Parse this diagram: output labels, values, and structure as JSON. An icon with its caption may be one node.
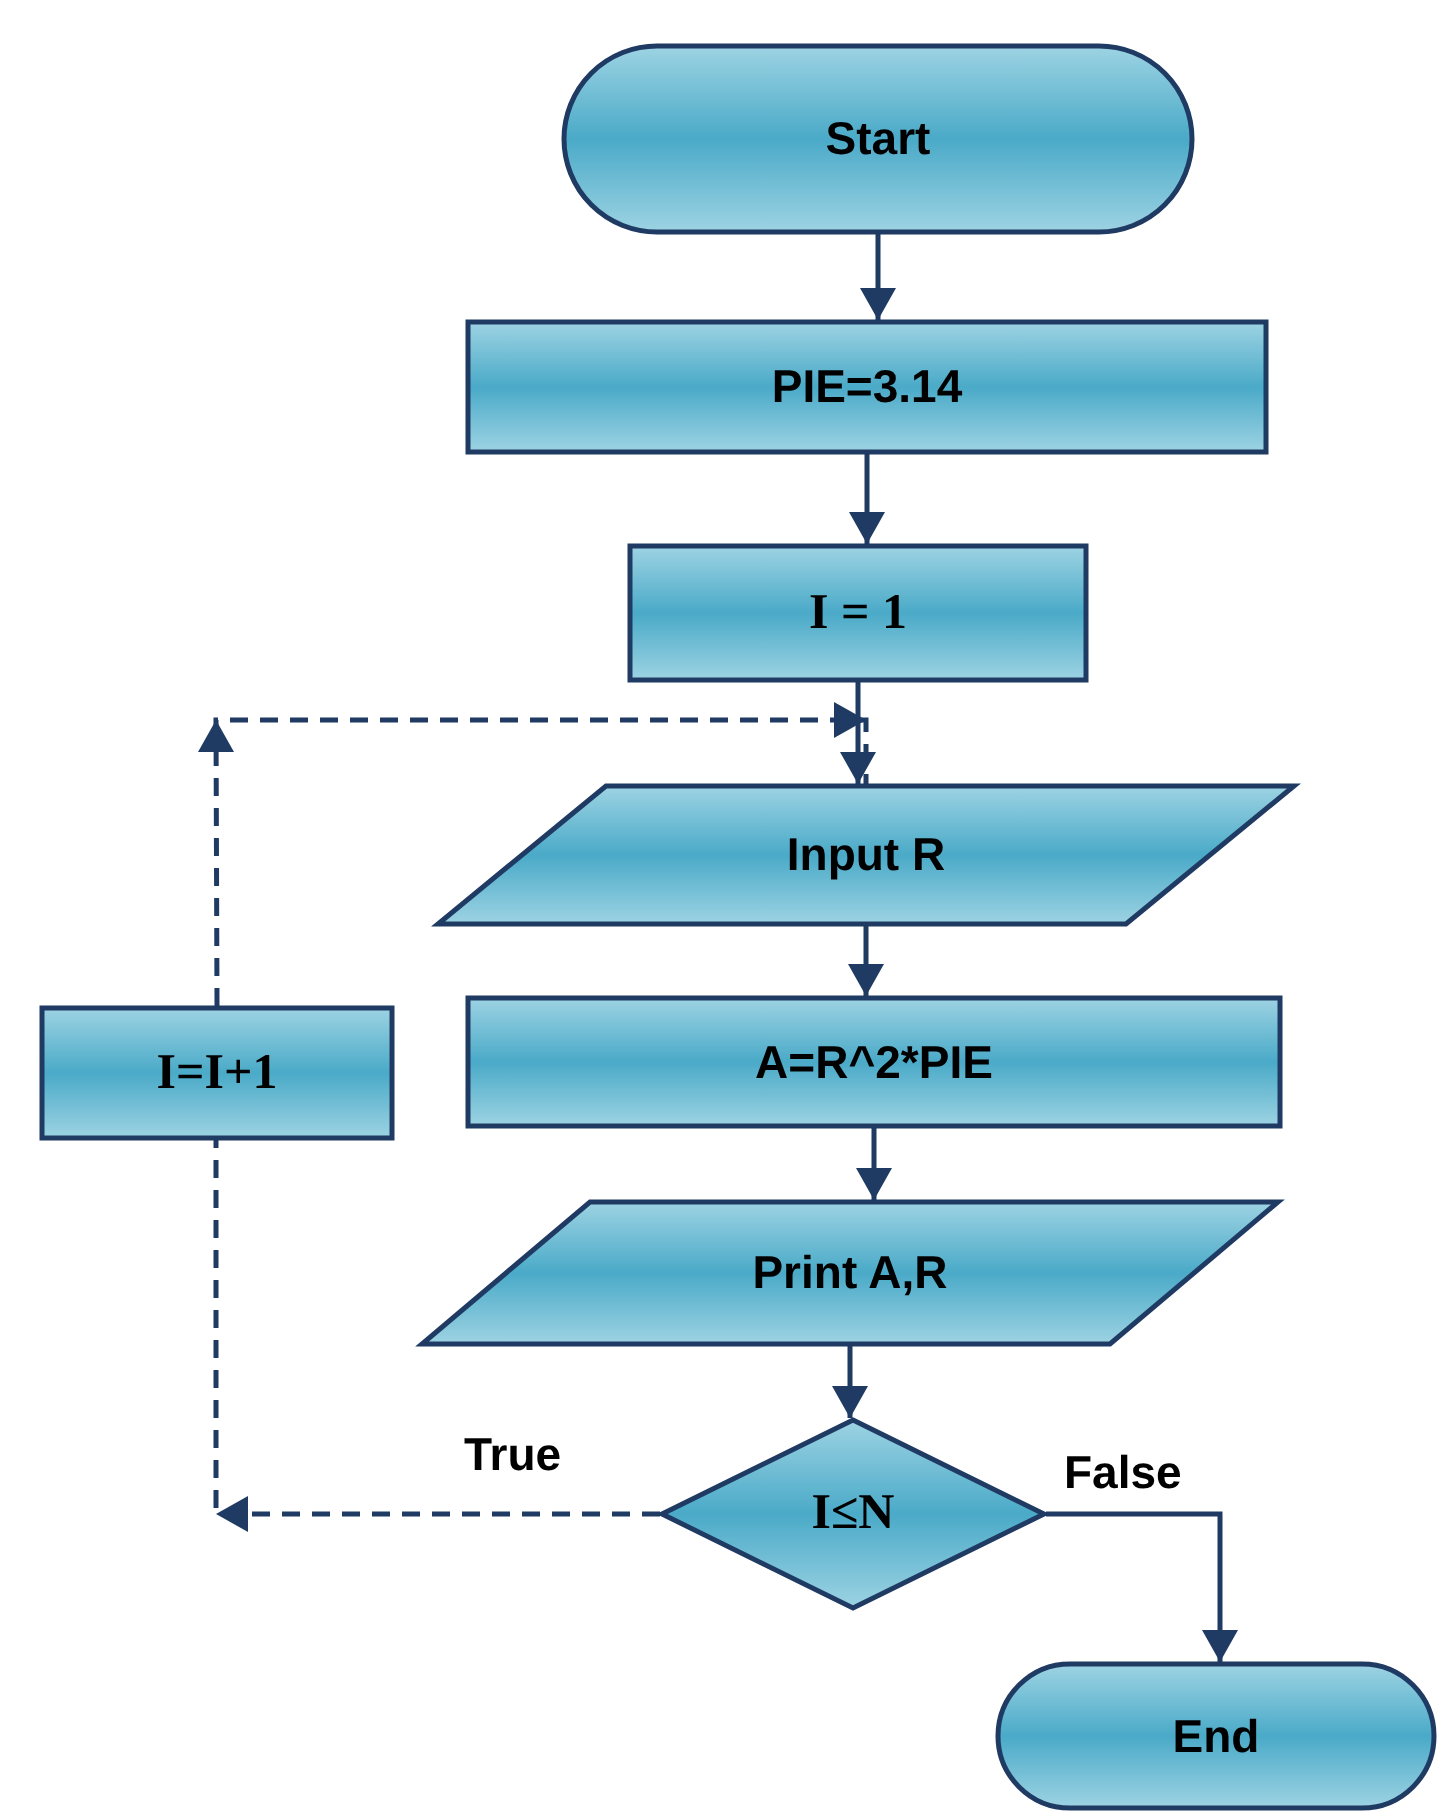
{
  "diagram": {
    "nodes": [
      {
        "text": [
          "Start"
        ]
      },
      {
        "text": [
          "PIE=3.14"
        ]
      },
      {
        "text": [
          "I = 1"
        ]
      },
      {
        "text": [
          "Input R"
        ]
      },
      {
        "text": [
          "A=R^2*PIE"
        ]
      },
      {
        "text": [
          "Print A,R"
        ]
      },
      {
        "text": [
          "I≤N"
        ]
      },
      {
        "text": [
          "I=I+1"
        ]
      },
      {
        "text": [
          "End"
        ]
      }
    ],
    "edges": [
      {
        "from": 0,
        "to": 1,
        "arrow": "to"
      },
      {
        "from": 1,
        "to": 2,
        "arrow": "to"
      },
      {
        "from": 2,
        "to": 3,
        "arrow": "to"
      },
      {
        "from": 3,
        "to": 4,
        "arrow": "to"
      },
      {
        "from": 4,
        "to": 5,
        "arrow": "to"
      },
      {
        "from": 5,
        "to": 6,
        "arrow": "to"
      },
      {
        "from": 6,
        "to": 7,
        "arrow": "to",
        "label": "True",
        "style": "dashed"
      },
      {
        "from": 7,
        "to": 3,
        "arrow": "to",
        "style": "dashed"
      },
      {
        "from": 6,
        "to": 8,
        "arrow": "to",
        "label": "False"
      }
    ]
  }
}
